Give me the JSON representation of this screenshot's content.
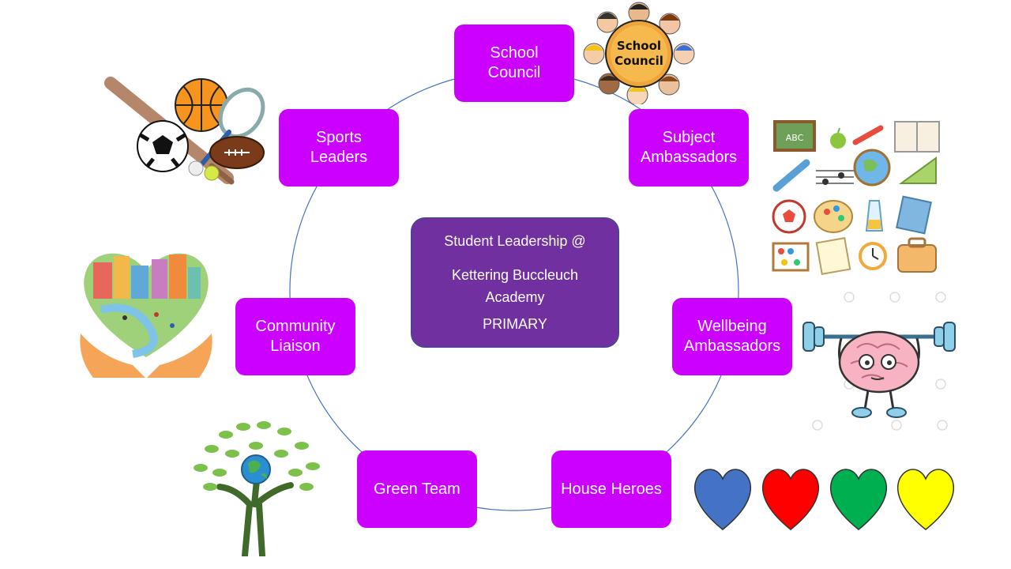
{
  "center": {
    "line1": "Student Leadership @",
    "line2": "Kettering Buccleuch",
    "line3": "Academy",
    "line4": "PRIMARY"
  },
  "nodes": [
    {
      "id": "school-council",
      "lines": [
        "School",
        "Council"
      ]
    },
    {
      "id": "subject-ambassadors",
      "lines": [
        "Subject",
        "Ambassadors"
      ]
    },
    {
      "id": "wellbeing-ambassadors",
      "lines": [
        "Wellbeing",
        "Ambassadors"
      ]
    },
    {
      "id": "house-heroes",
      "lines": [
        "House Heroes"
      ]
    },
    {
      "id": "green-team",
      "lines": [
        "Green Team"
      ]
    },
    {
      "id": "community-liaison",
      "lines": [
        "Community",
        "Liaison"
      ]
    },
    {
      "id": "sports-leaders",
      "lines": [
        "Sports",
        "Leaders"
      ]
    }
  ],
  "illustrations": {
    "school_council_badge": "School Council",
    "chalkboard_text": "ABC"
  },
  "colors": {
    "node_fill": "#cc00ff",
    "center_fill": "#7030a0",
    "ring_stroke": "#4472c4",
    "hearts": [
      "#4472c4",
      "#ff0000",
      "#00b050",
      "#ffff00"
    ]
  }
}
